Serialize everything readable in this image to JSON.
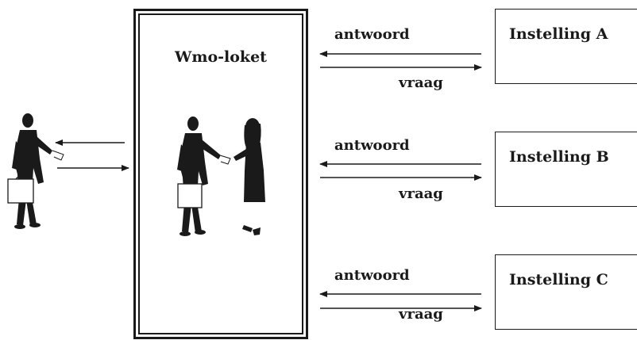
{
  "loket": {
    "title": "Wmo-loket"
  },
  "institutions": [
    {
      "name": "Instelling A",
      "answer_label": "antwoord",
      "question_label": "vraag"
    },
    {
      "name": "Instelling B",
      "answer_label": "antwoord",
      "question_label": "vraag"
    },
    {
      "name": "Instelling C",
      "answer_label": "antwoord",
      "question_label": "vraag"
    }
  ],
  "colors": {
    "ink": "#1a1a1a",
    "background": "#ffffff"
  },
  "icons": [
    "client-figure-icon",
    "employee-figure-icon",
    "clerk-figure-icon",
    "arrow-icon"
  ]
}
